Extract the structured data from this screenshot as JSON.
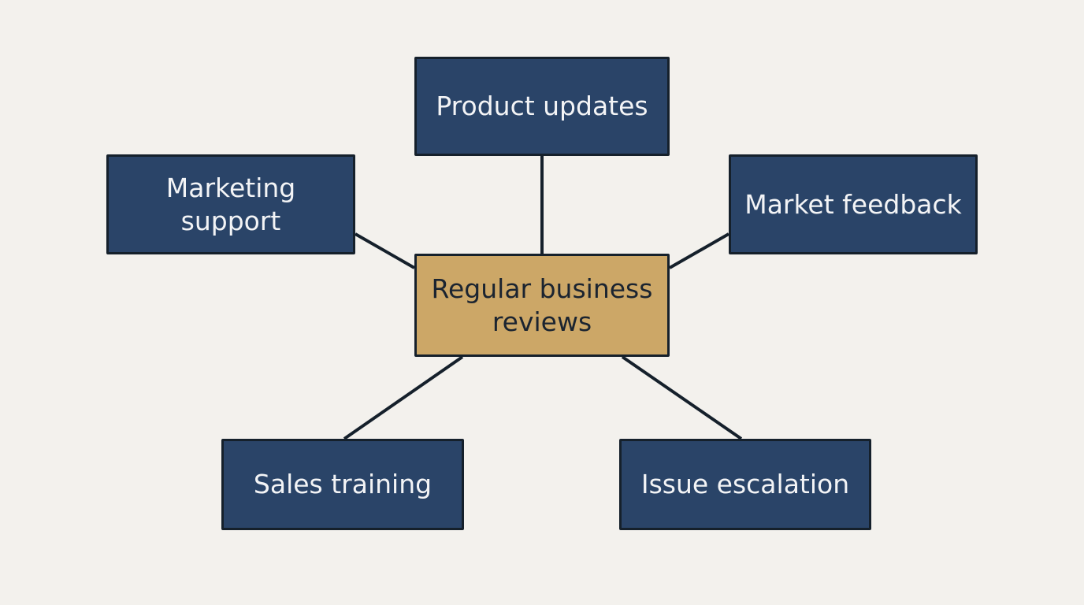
{
  "diagram": {
    "center": {
      "label": "Regular business\nreviews",
      "color": "#CCA767"
    },
    "nodes": [
      {
        "id": "product",
        "label": "Product updates"
      },
      {
        "id": "marketing",
        "label": "Marketing\nsupport"
      },
      {
        "id": "feedback",
        "label": "Market feedback"
      },
      {
        "id": "sales",
        "label": "Sales training"
      },
      {
        "id": "escalation",
        "label": "Issue escalation"
      }
    ],
    "connections": [
      {
        "from": "center",
        "to": "product"
      },
      {
        "from": "center",
        "to": "marketing"
      },
      {
        "from": "center",
        "to": "feedback"
      },
      {
        "from": "center",
        "to": "sales"
      },
      {
        "from": "center",
        "to": "escalation"
      }
    ],
    "colors": {
      "background": "#F3F1ED",
      "node_fill": "#2A4468",
      "node_text": "#F3F4F6",
      "center_text": "#1B2430",
      "border": "#15202B",
      "connector": "#15202B"
    }
  }
}
